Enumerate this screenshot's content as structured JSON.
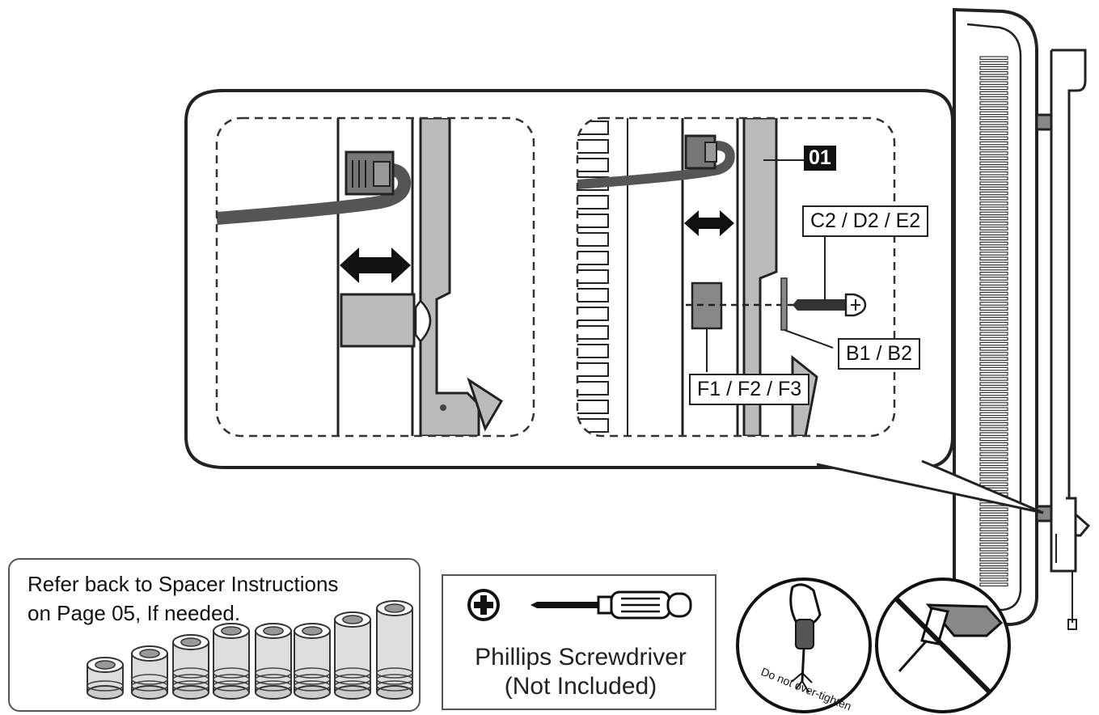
{
  "step_badge": "01",
  "labels": {
    "screw": "C2 / D2 / E2",
    "washer": "B1 / B2",
    "spacer": "F1 / F2 / F3"
  },
  "note": {
    "line1": "Refer back to Spacer Instructions",
    "line2": "on Page 05, If needed."
  },
  "tool": {
    "name": "Phillips Screwdriver",
    "note": "(Not Included)"
  },
  "warning": "Do not over-tighten",
  "icons": {
    "phillips": "phillips-plus-icon",
    "screwdriver": "screwdriver-icon",
    "arrow": "double-arrow-icon"
  }
}
